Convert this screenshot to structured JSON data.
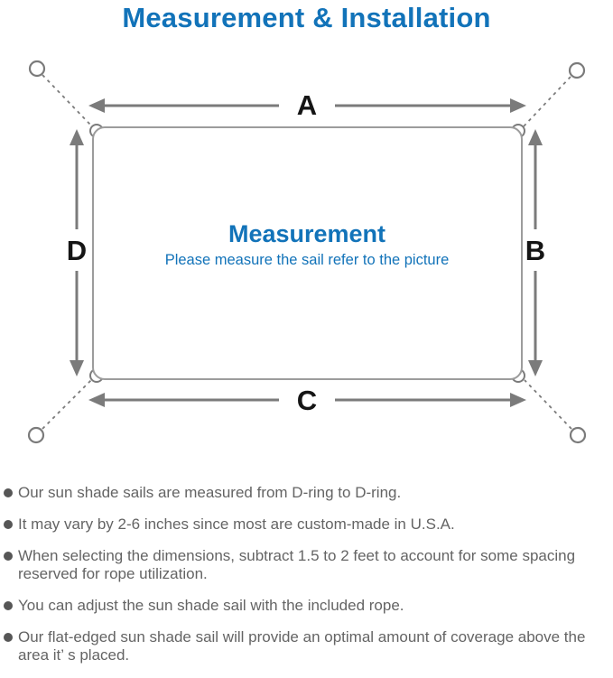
{
  "title": "Measurement & Installation",
  "diagram": {
    "labels": {
      "a": "A",
      "b": "B",
      "c": "C",
      "d": "D"
    },
    "center_title": "Measurement",
    "center_subtitle": "Please measure the sail refer to the picture"
  },
  "notes": [
    "Our sun shade sails are measured from D-ring to D-ring.",
    "It may vary by 2-6 inches since most are custom-made in U.S.A.",
    "When selecting the dimensions, subtract 1.5 to 2 feet to account for some spacing reserved for rope utilization.",
    "You can adjust the sun shade sail with the included rope.",
    "Our flat-edged sun shade sail will provide an optimal amount of coverage above the area it’ s placed."
  ],
  "colors": {
    "accent_blue": "#1273b9",
    "line_gray": "#7b7b7b",
    "border_gray": "#9c9c9c",
    "text_gray": "#646464",
    "label_black": "#151515",
    "dot_gray": "#565656"
  }
}
